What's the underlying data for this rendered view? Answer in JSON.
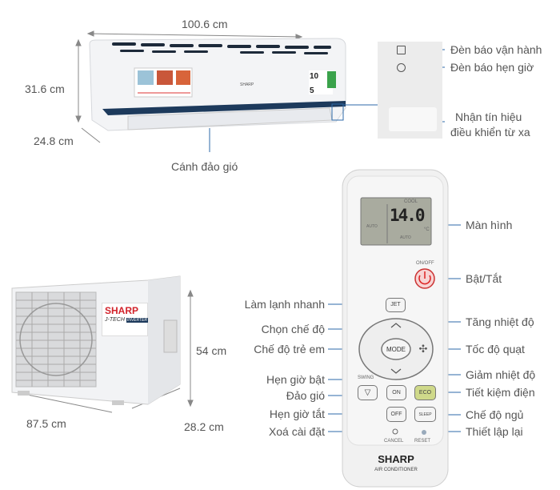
{
  "indoor": {
    "width": "100.6 cm",
    "height": "31.6 cm",
    "depth": "24.8 cm",
    "flap_label": "Cánh đảo gió",
    "brand_logo": "SHARP",
    "body_color": "#f5f6f8",
    "accent_color": "#1d3a5c"
  },
  "panel": {
    "operation_light": "Đèn báo vận hành",
    "timer_light": "Đèn báo hẹn giờ",
    "receiver_line1": "Nhận tín hiệu",
    "receiver_line2": "điều khiển từ xa"
  },
  "outdoor": {
    "height": "54 cm",
    "width": "87.5 cm",
    "depth": "28.2 cm",
    "brand": "SHARP",
    "series": "J-TECH",
    "series_tag": "INVERTER"
  },
  "remote": {
    "screen_mode": "COOL",
    "screen_temp": "14.0",
    "screen_unit": "°C",
    "screen_auto": "AUTO",
    "screen_fan": "AUTO",
    "on_off": "ON/OFF",
    "jet": "JET",
    "mode": "MODE",
    "swing": "SWING",
    "on": "ON",
    "eco": "ECO",
    "off": "OFF",
    "sleep": "SLEEP",
    "cancel": "CANCEL",
    "reset": "RESET",
    "brand": "SHARP",
    "subtitle": "AIR CONDITIONER"
  },
  "labels_left": [
    "Làm lạnh nhanh",
    "Chọn chế độ",
    "Chế độ trẻ em",
    "Hẹn giờ bật",
    "Đảo gió",
    "Hẹn giờ tắt",
    "Xoá cài đặt"
  ],
  "labels_right": [
    "Màn hình",
    "Bật/Tắt",
    "Tăng nhiệt độ",
    "Tốc độ quạt",
    "Giảm nhiệt độ",
    "Tiết kiệm điện",
    "Chế độ ngủ",
    "Thiết lập lại"
  ],
  "line_color": "#2e6aa8"
}
